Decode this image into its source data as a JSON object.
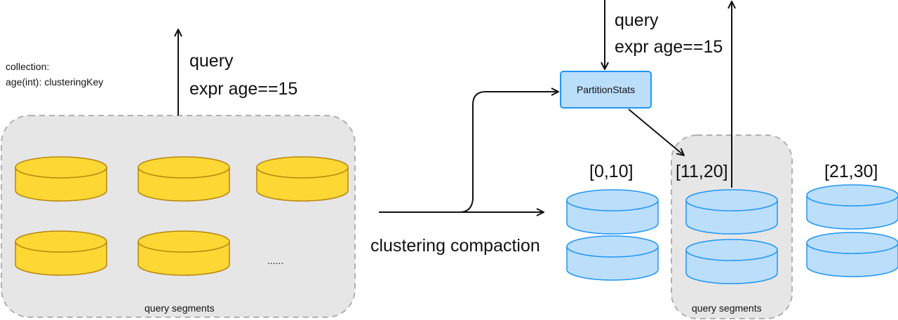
{
  "left": {
    "collection_label": "collection:",
    "clustering_key_label": "age(int): clusteringKey",
    "query_label": "query",
    "expr_label": "expr age==15",
    "ellipsis": "......",
    "segments_caption": "query segments"
  },
  "middle": {
    "compaction_label": "clustering compaction"
  },
  "right": {
    "query_label": "query",
    "expr_label": "expr age==15",
    "partition_stats_label": "PartitionStats",
    "ranges": [
      "[0,10]",
      "[11,20]",
      "[21,30]"
    ],
    "segments_caption": "query segments"
  },
  "colors": {
    "yellow_fill": "#FDD835",
    "yellow_stroke": "#B8860B",
    "blue_fill": "#BBDEFB",
    "blue_stroke": "#2196F3",
    "group_fill": "#E6E6E6",
    "group_stroke": "#B0B0B0"
  }
}
